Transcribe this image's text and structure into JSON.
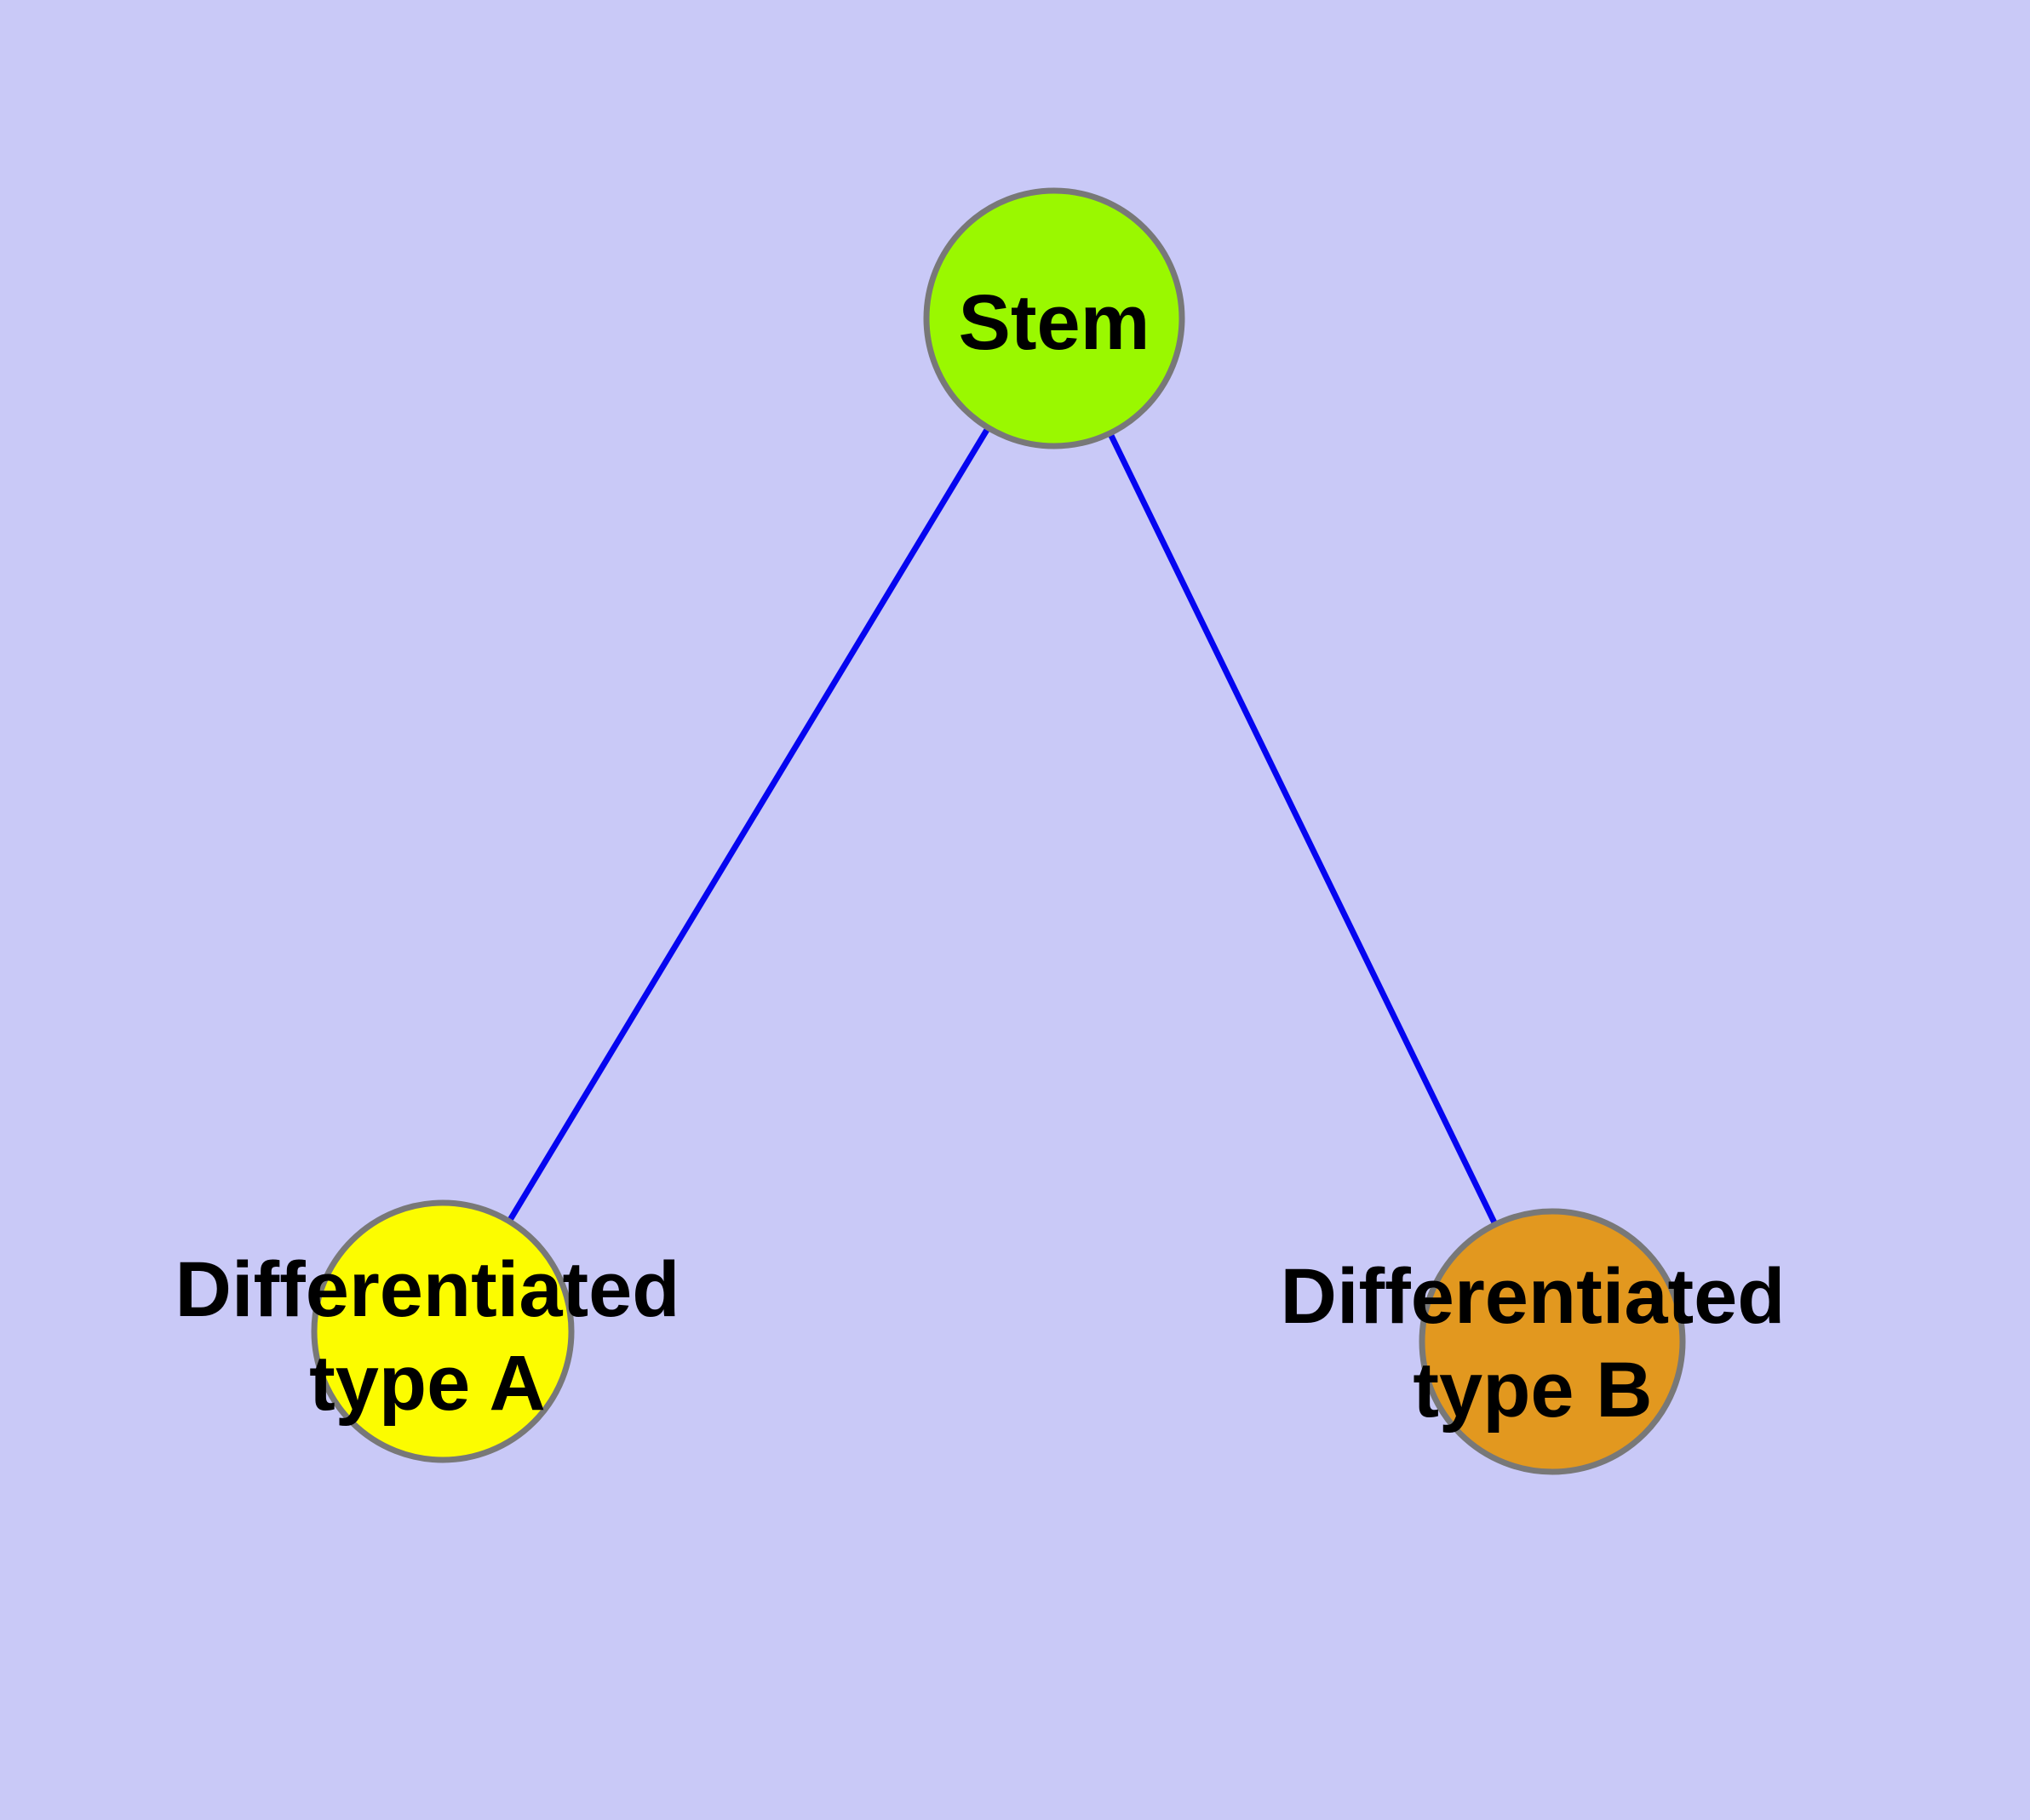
{
  "diagram": {
    "type": "node-link-graph",
    "description": "Stem cell differentiation tree with one root node and two differentiated child nodes",
    "background_color": "#c9c9f7",
    "edge_color": "#0505f0",
    "node_border_color": "#787878",
    "label_color": "#000000",
    "nodes": [
      {
        "id": "stem",
        "label": "Stem",
        "fill": "#9af800"
      },
      {
        "id": "differentiated-type-a",
        "label_line1": "Differentiated",
        "label_line2": "type A",
        "fill": "#fcfc00"
      },
      {
        "id": "differentiated-type-b",
        "label_line1": "Differentiated",
        "label_line2": "type B",
        "fill": "#e2981f"
      }
    ],
    "edges": [
      {
        "from": "stem",
        "to": "differentiated-type-a"
      },
      {
        "from": "stem",
        "to": "differentiated-type-b"
      }
    ]
  }
}
